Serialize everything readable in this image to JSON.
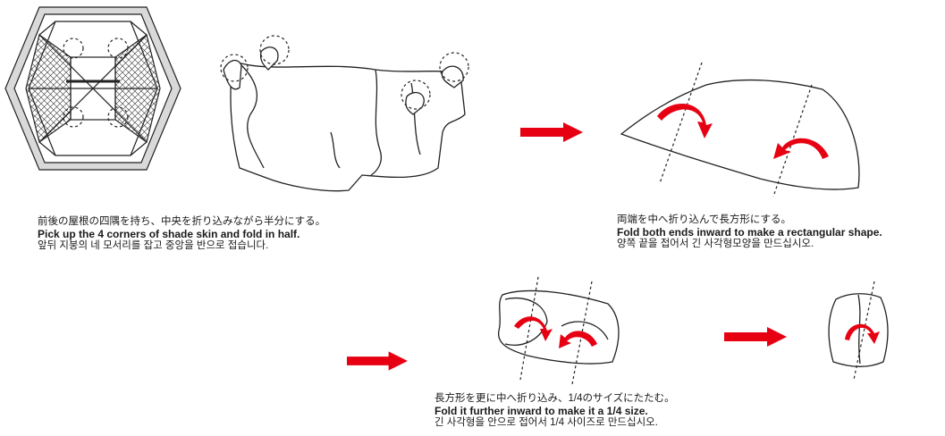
{
  "steps": [
    {
      "jp": "前後の屋根の四隅を持ち、中央を折り込みながら半分にする。",
      "en": "Pick up the 4 corners of shade skin and fold in half.",
      "kr": "앞뒤 지붕의 네 모서리를 잡고 중앙을 반으로 접습니다."
    },
    {
      "jp": "両端を中へ折り込んで長方形にする。",
      "en": "Fold both ends inward to make a rectangular shape.",
      "kr": "양쪽 끝을 접어서 긴 사각형모양을 만드십시오."
    },
    {
      "jp": "長方形を更に中へ折り込み、1/4のサイズにたたむ。",
      "en": "Fold it further inward to make it a 1/4 size.",
      "kr": "긴 사각형을 안으로 접어서 1/4 사이즈로 만드십시오."
    }
  ],
  "colors": {
    "arrow": "#e60012",
    "line": "#222222"
  },
  "icons": [
    "tent-top-view",
    "hands-holding-fabric",
    "fold-arrow",
    "next-step-arrow"
  ]
}
